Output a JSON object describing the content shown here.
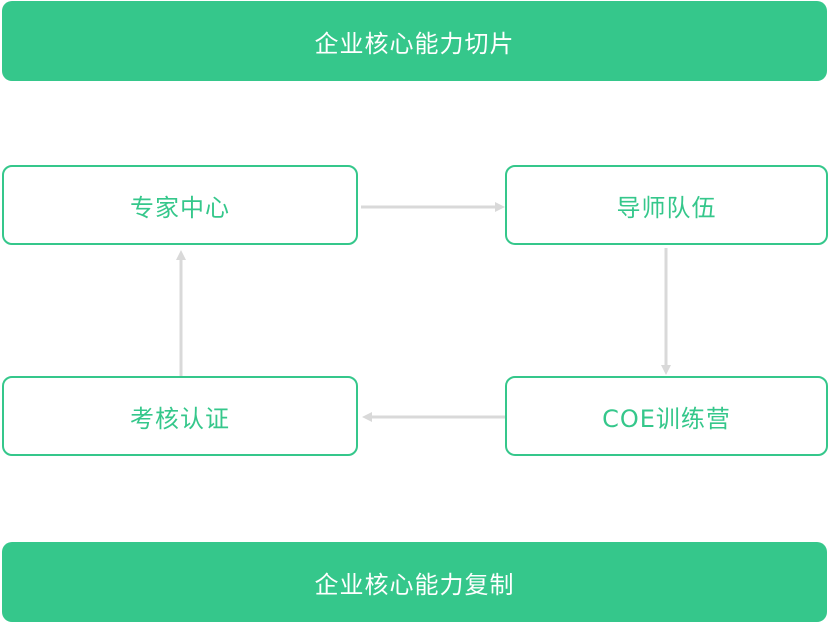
{
  "top_banner": {
    "label": "企业核心能力切片"
  },
  "bottom_banner": {
    "label": "企业核心能力复制"
  },
  "nodes": {
    "expert_center": "专家中心",
    "mentor_team": "导师队伍",
    "coe_camp": "COE训练营",
    "assessment": "考核认证"
  },
  "colors": {
    "accent": "#35c78b",
    "arrow": "#d9d9d9",
    "text_on_accent": "#ffffff"
  }
}
